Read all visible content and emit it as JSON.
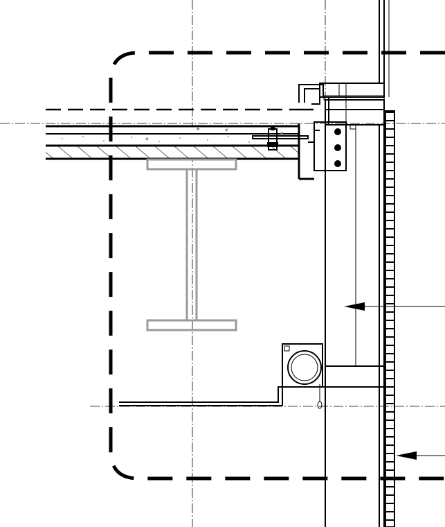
{
  "drawing": {
    "type": "architectural-section-detail",
    "line_color": "#000000",
    "steel_color": "#9a9a9a",
    "background": "#ffffff",
    "components": [
      "concrete-slab",
      "steel-i-beam",
      "window-mullion",
      "roller-blind-box",
      "brick-cladding",
      "detail-callout-boundary"
    ]
  }
}
